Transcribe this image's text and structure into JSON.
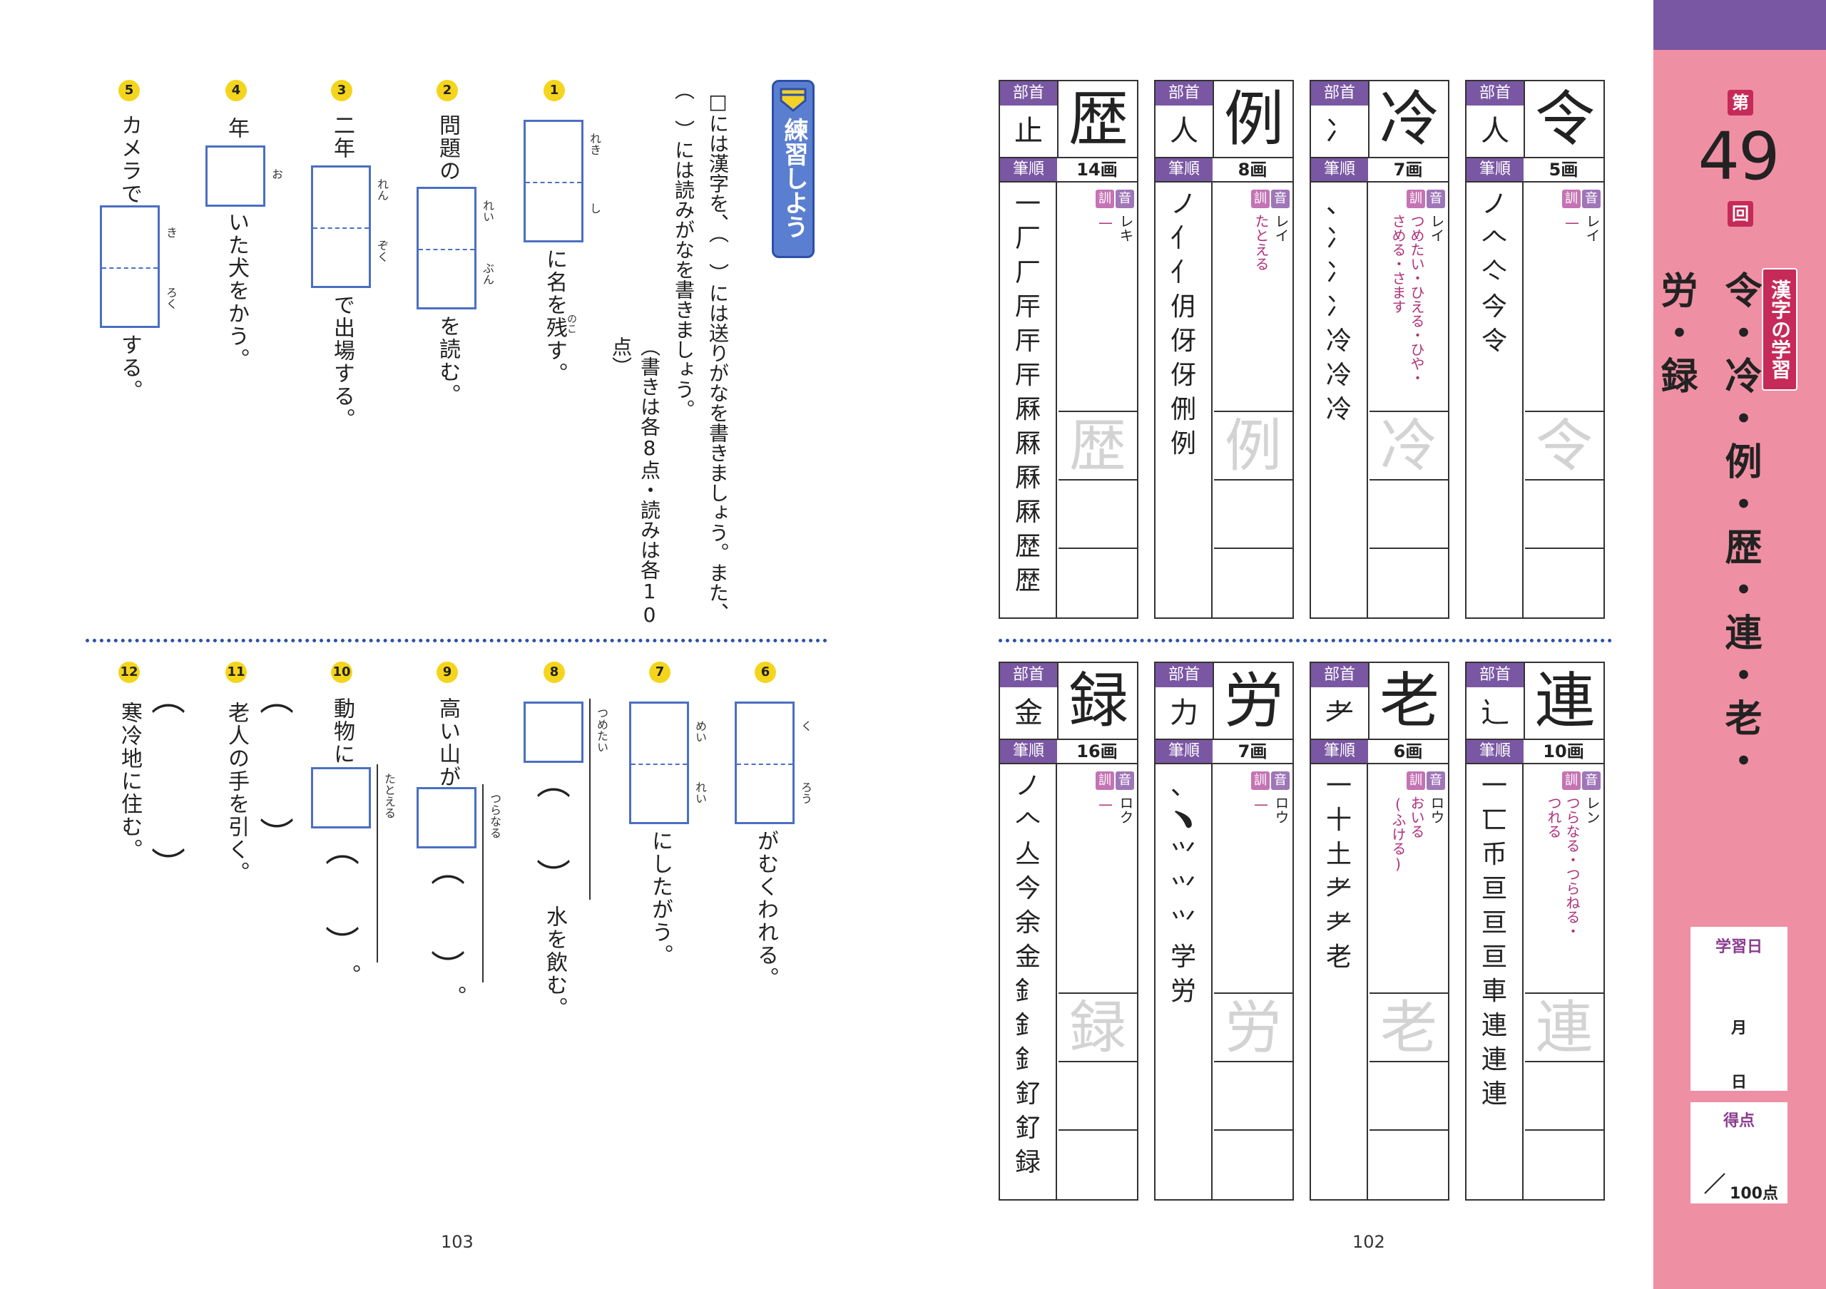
{
  "sidebar": {
    "dai": "第",
    "number": "49",
    "kai": "回",
    "category": "漢字の学習",
    "title": "令・冷・例・歴・連・老・労・録",
    "study_date_label": "学習日",
    "month": "月",
    "day": "日",
    "score_label": "得点",
    "score_total": "100点"
  },
  "labels": {
    "bushu": "部首",
    "hitsujun": "筆順",
    "kun": "訓",
    "on": "音"
  },
  "cards": [
    {
      "kanji": "令",
      "bushu": "人",
      "strokes": "5画",
      "on": "レイ",
      "kun": "—",
      "kun2": "",
      "order": [
        "ノ",
        "𠆢",
        "亽",
        "今",
        "令"
      ]
    },
    {
      "kanji": "冷",
      "bushu": "冫",
      "strokes": "7画",
      "on": "レイ",
      "kun": "つめたい・ひえる・ひや・",
      "kun2": "さめる・さます",
      "order": [
        "、",
        "冫",
        "冫",
        "冫",
        "冷",
        "冷",
        "冷"
      ]
    },
    {
      "kanji": "例",
      "bushu": "人",
      "strokes": "8画",
      "on": "レイ",
      "kun": "たとえる",
      "kun2": "",
      "order": [
        "ノ",
        "亻",
        "亻",
        "仴",
        "伢",
        "伢",
        "侀",
        "例"
      ]
    },
    {
      "kanji": "歴",
      "bushu": "止",
      "strokes": "14画",
      "on": "レキ",
      "kun": "—",
      "kun2": "",
      "order": [
        "一",
        "厂",
        "厂",
        "厈",
        "厈",
        "厈",
        "厤",
        "厤",
        "厤",
        "厤",
        "歴",
        "歴"
      ]
    },
    {
      "kanji": "連",
      "bushu": "辶",
      "strokes": "10画",
      "on": "レン",
      "kun": "つらなる・つらねる・",
      "kun2": "つれる",
      "order": [
        "一",
        "匸",
        "币",
        "亘",
        "亘",
        "亘",
        "車",
        "連",
        "連",
        "連"
      ]
    },
    {
      "kanji": "老",
      "bushu": "耂",
      "strokes": "6画",
      "on": "ロウ",
      "kun": "おいる",
      "kun2": "(ふける)",
      "order": [
        "一",
        "十",
        "土",
        "耂",
        "耂",
        "老"
      ]
    },
    {
      "kanji": "労",
      "bushu": "力",
      "strokes": "7画",
      "on": "ロウ",
      "kun": "—",
      "kun2": "",
      "order": [
        "、",
        "﹅",
        "⺍",
        "⺍",
        "⺍",
        "学",
        "労"
      ]
    },
    {
      "kanji": "録",
      "bushu": "金",
      "strokes": "16画",
      "on": "ロク",
      "kun": "—",
      "kun2": "",
      "order": [
        "ノ",
        "𠆢",
        "亼",
        "今",
        "余",
        "金",
        "釒",
        "釒",
        "釒",
        "釕",
        "釕",
        "録"
      ]
    }
  ],
  "exercise": {
    "header": "練習しよう",
    "instr1": "□には漢字を、（　）には送りがなを書きましょう。また、",
    "instr2": "（　）には読みがなを書きましょう。",
    "instr3": "（書きは各8点・読みは各10点）",
    "q1": {
      "num": "1",
      "furi1": "れき",
      "furi2": "し",
      "text": "に名を残す。",
      "furi_text": "のこ"
    },
    "q2": {
      "num": "2",
      "pre": "問題の",
      "furi1": "れい",
      "furi2": "ぶん",
      "text": "を読む。"
    },
    "q3": {
      "num": "3",
      "pre": "二年",
      "furi1": "れん",
      "furi2": "ぞく",
      "text": "で出場する。"
    },
    "q4": {
      "num": "4",
      "pre": "年",
      "furi1": "お",
      "text": "いた犬をかう。"
    },
    "q5": {
      "num": "5",
      "pre": "カメラで",
      "furi1": "き",
      "furi2": "ろく",
      "text": "する。"
    },
    "q6": {
      "num": "6",
      "furi1": "く",
      "furi2": "ろう",
      "text": "がむくわれる。"
    },
    "q7": {
      "num": "7",
      "furi1": "めい",
      "furi2": "れい",
      "text": "にしたがう。"
    },
    "q8": {
      "num": "8",
      "furi1": "つめたい",
      "text": "水を飲む。"
    },
    "q9": {
      "num": "9",
      "pre": "高い山が",
      "furi1": "つらなる",
      "text": "。"
    },
    "q10": {
      "num": "10",
      "pre": "動物に",
      "furi1": "たとえる",
      "text": "。"
    },
    "q11": {
      "num": "11",
      "text": "老人の手を引く。"
    },
    "q12": {
      "num": "12",
      "text": "寒冷地に住む。"
    }
  },
  "page_left": "103",
  "page_right": "102"
}
